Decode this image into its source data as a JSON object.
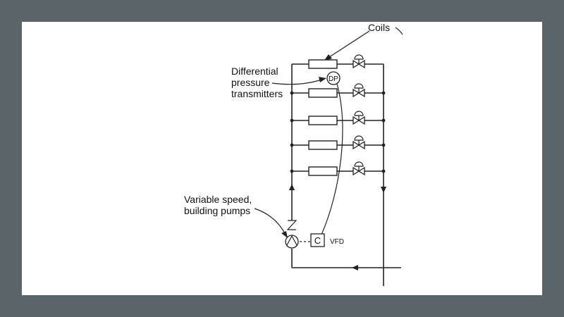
{
  "labels": {
    "coils": "Coils",
    "dp_text": [
      "Differential",
      "pressure",
      "transmitters"
    ],
    "dp_symbol": "DP",
    "pumps_text": [
      "Variable speed,",
      "building pumps"
    ],
    "controller_symbol": "C",
    "vfd": "VFD"
  },
  "colors": {
    "frame": "#5b6569",
    "paper": "#ffffff",
    "line": "#222222"
  },
  "icons": [
    "coil-icon",
    "two-way-valve-icon",
    "pump-icon",
    "check-valve-icon",
    "flow-arrow-icon"
  ]
}
